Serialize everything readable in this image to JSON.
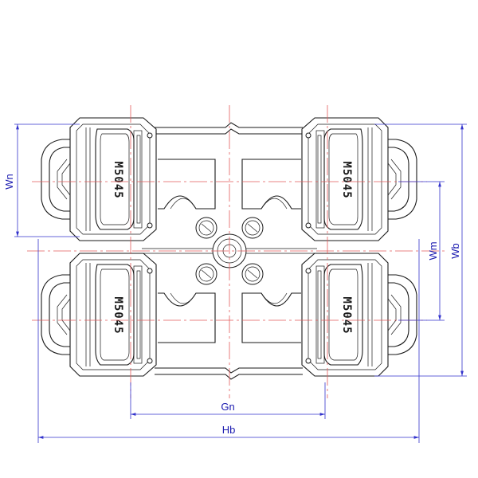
{
  "diagram": {
    "pad_label": "M5045",
    "dimensions": {
      "wn": "Wn",
      "wm": "Wm",
      "wb": "Wb",
      "gn": "Gn",
      "hb": "Hb"
    },
    "colors": {
      "outline": "#1a1a1a",
      "centerline": "#e35b5b",
      "dimension": "#3333cc"
    }
  }
}
